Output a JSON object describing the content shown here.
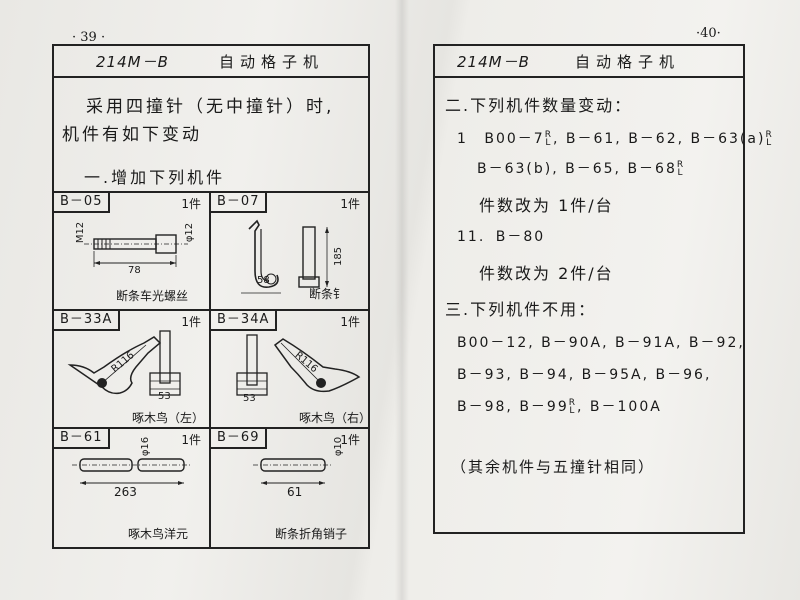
{
  "left_page": {
    "page_number": "· 39 ·",
    "header_model": "214M－B",
    "header_title": "自动格子机",
    "intro_line1": "采用四撞针（无中撞针）时,",
    "intro_line2": "机件有如下变动",
    "section_heading": "一.增加下列机件",
    "parts": [
      {
        "id": "B－05",
        "qty": "1件",
        "caption": "断条车光螺丝",
        "dims": [
          "M12",
          "φ12",
          "78"
        ]
      },
      {
        "id": "B－07",
        "qty": "1件",
        "caption": "断条钅",
        "dims": [
          "185",
          "58"
        ]
      },
      {
        "id": "B－33A",
        "qty": "1件",
        "caption": "啄木鸟（左）",
        "dims": [
          "R116",
          "53"
        ]
      },
      {
        "id": "B－34A",
        "qty": "1件",
        "caption": "啄木鸟（右）",
        "dims": [
          "R116",
          "53"
        ]
      },
      {
        "id": "B－61",
        "qty": "1件",
        "caption": "啄木鸟洋元",
        "dims": [
          "φ16",
          "263"
        ]
      },
      {
        "id": "B－69",
        "qty": "1件",
        "caption": "断条折角销子",
        "dims": [
          "φ10",
          "61"
        ]
      }
    ]
  },
  "right_page": {
    "page_number": "·40·",
    "header_model": "214M－B",
    "header_title": "自动格子机",
    "section2_heading": "二.下列机件数量变动：",
    "item1_prefix": "1",
    "item1_line1": "B00－7",
    "item1_line1_rest": ", B－61, B－62, B－63(a)",
    "item1_line2": "B－63(b), B－65, B－68",
    "sub_top": "R",
    "sub_bottom": "L",
    "item1_change": "件数改为 1件/台",
    "item2_prefix": "11.",
    "item2_line": "B－80",
    "item2_change": "件数改为 2件/台",
    "section3_heading": "三.下列机件不用：",
    "unused_line1": "B00－12, B－90A, B－91A, B－92,",
    "unused_line2": "B－93, B－94, B－95A, B－96,",
    "unused_line3a": "B－98, B－99",
    "unused_line3b": ", B－100A",
    "note": "（其余机件与五撞针相同）"
  }
}
